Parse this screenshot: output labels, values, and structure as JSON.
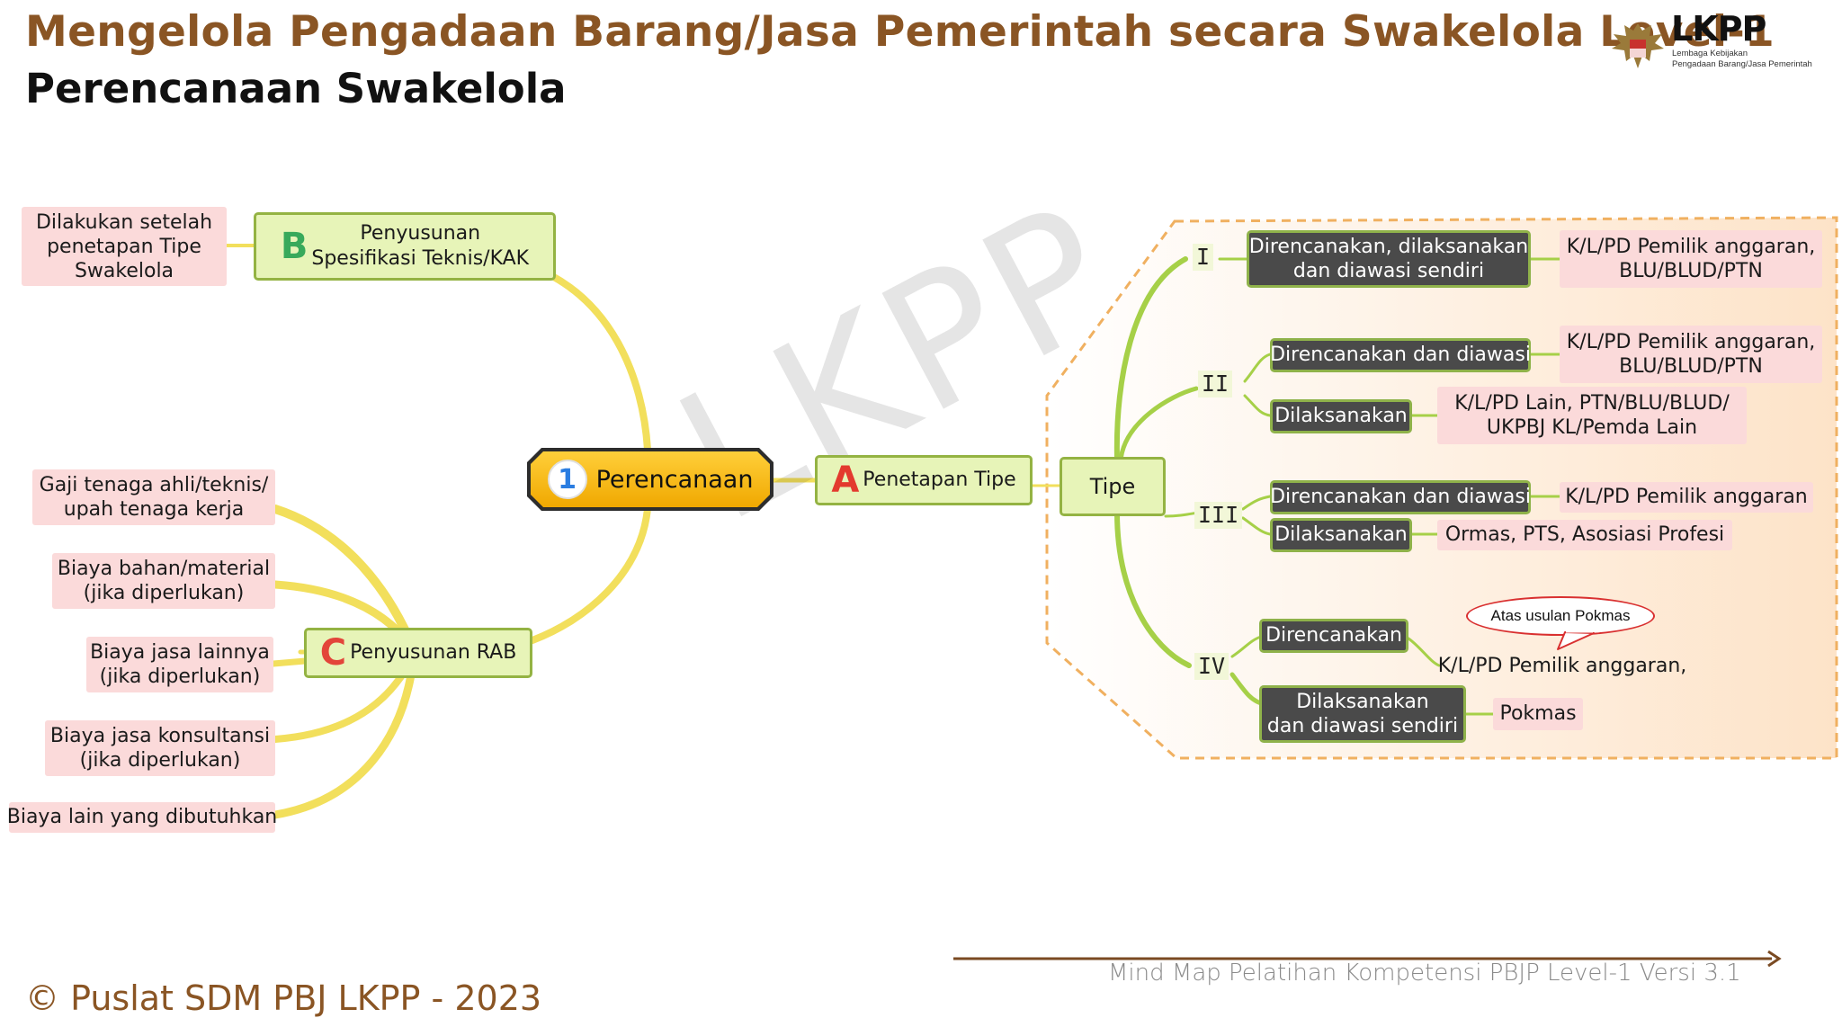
{
  "header": {
    "title": "Mengelola Pengadaan Barang/Jasa Pemerintah secara Swakelola Level-1",
    "subtitle": "Perencanaan Swakelola"
  },
  "logo": {
    "word": "LKPP",
    "sub_line1": "Lembaga Kebijakan",
    "sub_line2": "Pengadaan Barang/Jasa Pemerintah"
  },
  "watermark": "LKPP",
  "center": {
    "number": "1",
    "label": "Perencanaan"
  },
  "branch_b": {
    "letter": "B",
    "label_line1": "Penyusunan",
    "label_line2": "Spesifikasi Teknis/KAK",
    "note_line1": "Dilakukan setelah",
    "note_line2": "penetapan Tipe",
    "note_line3": "Swakelola"
  },
  "branch_c": {
    "letter": "C",
    "label": "Penyusunan RAB",
    "items": [
      {
        "line1": "Gaji tenaga ahli/teknis/",
        "line2": "upah tenaga kerja"
      },
      {
        "line1": "Biaya bahan/material",
        "line2": "(jika diperlukan)"
      },
      {
        "line1": "Biaya jasa lainnya",
        "line2": "(jika diperlukan)"
      },
      {
        "line1": "Biaya jasa konsultansi",
        "line2": "(jika diperlukan)"
      },
      {
        "line1": "Biaya lain yang dibutuhkan",
        "line2": ""
      }
    ]
  },
  "branch_a": {
    "letter": "A",
    "label": "Penetapan Tipe",
    "tipe": "Tipe",
    "type_i": {
      "numeral": "I",
      "action_line1": "Direncanakan, dilaksanakan",
      "action_line2": "dan diawasi sendiri",
      "owner_line1": "K/L/PD Pemilik anggaran,",
      "owner_line2": "BLU/BLUD/PTN"
    },
    "type_ii": {
      "numeral": "II",
      "plan": "Direncanakan dan diawasi",
      "plan_owner_line1": "K/L/PD Pemilik anggaran,",
      "plan_owner_line2": "BLU/BLUD/PTN",
      "exec": "Dilaksanakan",
      "exec_owner_line1": "K/L/PD Lain, PTN/BLU/BLUD/",
      "exec_owner_line2": "UKPBJ KL/Pemda Lain"
    },
    "type_iii": {
      "numeral": "III",
      "plan": "Direncanakan dan diawasi",
      "plan_owner": "K/L/PD Pemilik anggaran",
      "exec": "Dilaksanakan",
      "exec_owner": "Ormas, PTS, Asosiasi Profesi"
    },
    "type_iv": {
      "numeral": "IV",
      "plan": "Direncanakan",
      "plan_owner": "K/L/PD Pemilik anggaran,",
      "callout": "Atas usulan Pokmas",
      "exec_line1": "Dilaksanakan",
      "exec_line2": "dan diawasi sendiri",
      "exec_owner": "Pokmas"
    }
  },
  "footer": {
    "copyright": "© Puslat SDM PBJ LKPP - 2023",
    "caption": "Mind Map Pelatihan Kompetensi PBJP Level-1 Versi 3.1"
  }
}
